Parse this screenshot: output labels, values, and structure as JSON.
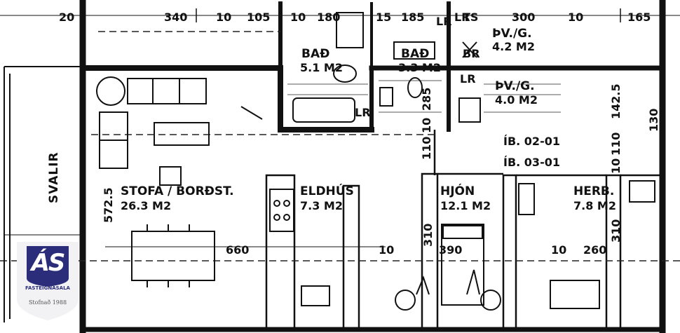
{
  "plan": {
    "svalir": "SVALIR",
    "rooms": {
      "stofa": {
        "name": "STOFA / BORÐST.",
        "area": "26.3 M2"
      },
      "eldhus": {
        "name": "ELDHÚS",
        "area": "7.3 M2"
      },
      "hjon": {
        "name": "HJÓN",
        "area": "12.1 M2"
      },
      "herb": {
        "name": "HERB.",
        "area": "7.8 M2"
      },
      "bad1": {
        "name": "BAÐ",
        "area": "5.1 M2"
      },
      "bad2": {
        "name": "BAÐ",
        "area": "3.3 M2"
      },
      "thv1": {
        "name": "ÞV./G.",
        "area": "4.2 M2"
      },
      "thv2": {
        "name": "ÞV./G.",
        "area": "4.0 M2"
      }
    },
    "unit_refs": [
      "ÍB. 02-01",
      "ÍB. 03-01"
    ],
    "dimensions": {
      "d20": "20",
      "d340": "340",
      "d10a": "10",
      "d105": "105",
      "d10b": "10",
      "d180": "180",
      "d15": "15",
      "d185": "185",
      "d300": "300",
      "d10c": "10",
      "d165": "165",
      "d5725": "572.5",
      "d660": "660",
      "d10d": "10",
      "d310a": "310",
      "d390": "390",
      "d10e": "10",
      "d260": "260",
      "d310b": "310",
      "d285": "285",
      "d110a": "110",
      "d110b": "110",
      "d1425": "142.5",
      "d10f": "10",
      "d130": "130",
      "d10g": "10"
    },
    "marks": {
      "lr1": "LR",
      "lr2": "LR",
      "lr3": "LR",
      "lr4": "LR",
      "ts": "TS",
      "br": "BR"
    }
  },
  "logo": {
    "mark": "ÁS",
    "name": "FASTEIGNASALA",
    "tagline": "Stofnað 1988",
    "colors": {
      "shield": "#2b2d7a",
      "accent": "#f2f2f4"
    }
  }
}
